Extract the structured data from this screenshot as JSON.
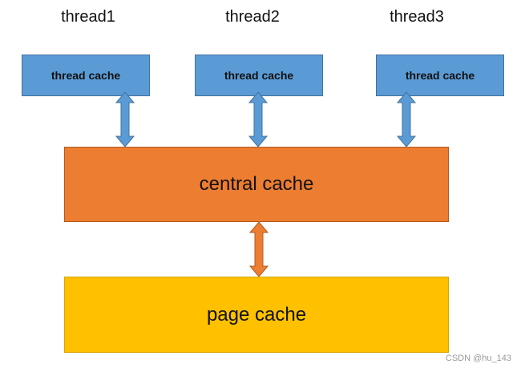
{
  "threads": [
    {
      "label": "thread1",
      "cache_label": "thread cache"
    },
    {
      "label": "thread2",
      "cache_label": "thread cache"
    },
    {
      "label": "thread3",
      "cache_label": "thread cache"
    }
  ],
  "central_cache": {
    "label": "central cache"
  },
  "page_cache": {
    "label": "page cache"
  },
  "watermark": "CSDN @hu_143",
  "colors": {
    "thread_cache": "#5b9bd5",
    "central_cache": "#ed7d31",
    "page_cache": "#ffc000",
    "thread_arrow": "#5b9bd5",
    "central_arrow": "#ed7d31"
  }
}
